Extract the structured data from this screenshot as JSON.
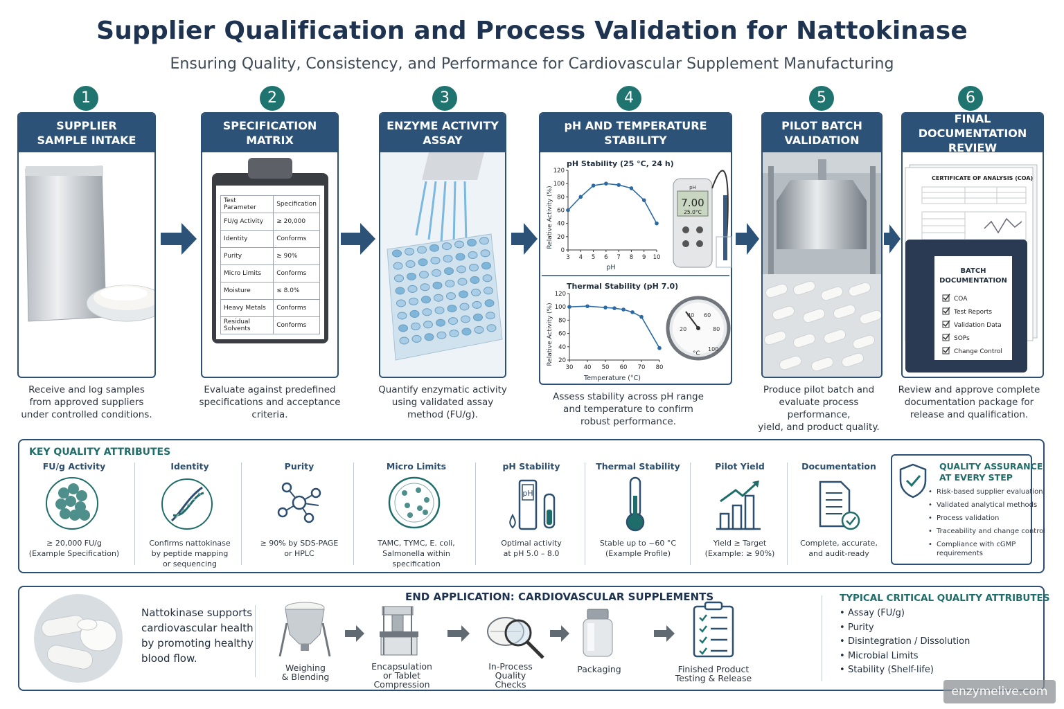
{
  "header": {
    "title": "Supplier Qualification and Process Validation for Nattokinase",
    "subtitle": "Ensuring Quality, Consistency, and Performance for Cardiovascular Supplement Manufacturing"
  },
  "steps": [
    {
      "num": "1",
      "title": "SUPPLIER\nSAMPLE INTAKE",
      "desc": "Receive and log samples\nfrom approved suppliers\nunder controlled conditions."
    },
    {
      "num": "2",
      "title": "SPECIFICATION\nMATRIX",
      "desc": "Evaluate against predefined\nspecifications and acceptance\ncriteria."
    },
    {
      "num": "3",
      "title": "ENZYME ACTIVITY\nASSAY",
      "desc": "Quantify enzymatic activity\nusing validated assay\nmethod (FU/g)."
    },
    {
      "num": "4",
      "title": "pH AND TEMPERATURE\nSTABILITY",
      "desc": "Assess stability across pH range\nand temperature to confirm\nrobust performance."
    },
    {
      "num": "5",
      "title": "PILOT BATCH\nVALIDATION",
      "desc": "Produce pilot batch and\nevaluate process performance,\nyield, and product quality."
    },
    {
      "num": "6",
      "title": "FINAL DOCUMENTATION\nREVIEW",
      "desc": "Review and approve complete\ndocumentation package for\nrelease and qualification."
    }
  ],
  "spec_table": {
    "headers": [
      "Test Parameter",
      "Specification"
    ],
    "rows": [
      [
        "FU/g Activity",
        "≥ 20,000"
      ],
      [
        "Identity",
        "Conforms"
      ],
      [
        "Purity",
        "≥ 90%"
      ],
      [
        "Micro Limits",
        "Conforms"
      ],
      [
        "Moisture",
        "≤ 8.0%"
      ],
      [
        "Heavy Metals",
        "Conforms"
      ],
      [
        "Residual Solvents",
        "Conforms"
      ]
    ]
  },
  "chart_data": [
    {
      "type": "line",
      "title": "pH Stability (25 °C, 24 h)",
      "xlabel": "pH",
      "ylabel": "Relative Activity (%)",
      "x": [
        3,
        4,
        5,
        6,
        7,
        8,
        9,
        10
      ],
      "series": [
        {
          "values": [
            60,
            80,
            97,
            100,
            98,
            93,
            75,
            40
          ]
        }
      ],
      "xlim": [
        3,
        10
      ],
      "ylim": [
        0,
        120
      ],
      "xticks": [
        "3",
        "4",
        "5",
        "6",
        "7",
        "8",
        "9",
        "10"
      ],
      "yticks": [
        "0",
        "20",
        "40",
        "60",
        "80",
        "100",
        "120"
      ]
    },
    {
      "type": "line",
      "title": "Thermal Stability (pH 7.0)",
      "xlabel": "Temperature (°C)",
      "ylabel": "Relative Activity (%)",
      "x": [
        30,
        40,
        50,
        60,
        70,
        80
      ],
      "series": [
        {
          "values": [
            100,
            101,
            99,
            96,
            85,
            38
          ]
        }
      ],
      "extra_points": [
        [
          55,
          98
        ],
        [
          65,
          92
        ]
      ],
      "xlim": [
        30,
        80
      ],
      "ylim": [
        20,
        120
      ],
      "xticks": [
        "30",
        "40",
        "50",
        "60",
        "70",
        "80"
      ],
      "yticks": [
        "20",
        "40",
        "60",
        "80",
        "100",
        "120"
      ]
    }
  ],
  "meter": {
    "label": "pH",
    "reading": "7.00",
    "temp": "25.0°C"
  },
  "gauge": {
    "ticks": [
      "20",
      "40",
      "60",
      "80",
      "100"
    ],
    "unit": "°C"
  },
  "coa": {
    "title": "CERTIFICATE OF ANALYSIS (COA)",
    "binder_title": "BATCH\nDOCUMENTATION",
    "checklist": [
      "COA",
      "Test Reports",
      "Validation Data",
      "SOPs",
      "Change Control"
    ]
  },
  "kqa": {
    "title": "KEY QUALITY ATTRIBUTES",
    "items": [
      {
        "name": "FU/g Activity",
        "desc": "≥ 20,000 FU/g\n(Example Specification)",
        "icon": "enzyme-molecule-icon"
      },
      {
        "name": "Identity",
        "desc": "Confirms nattokinase\nby peptide mapping\nor sequencing",
        "icon": "dna-icon"
      },
      {
        "name": "Purity",
        "desc": "≥ 90% by SDS-PAGE\nor HPLC",
        "icon": "molecule-network-icon"
      },
      {
        "name": "Micro Limits",
        "desc": "TAMC, TYMC, E. coli,\nSalmonella within\nspecification",
        "icon": "petri-dish-icon"
      },
      {
        "name": "pH Stability",
        "desc": "Optimal activity\nat pH 5.0 – 8.0",
        "icon": "ph-strip-icon"
      },
      {
        "name": "Thermal Stability",
        "desc": "Stable up to ~60 °C\n(Example Profile)",
        "icon": "thermometer-icon"
      },
      {
        "name": "Pilot Yield",
        "desc": "Yield ≥ Target\n(Example: ≥ 90%)",
        "icon": "growth-chart-icon"
      },
      {
        "name": "Documentation",
        "desc": "Complete, accurate,\nand audit-ready",
        "icon": "document-check-icon"
      }
    ]
  },
  "qa": {
    "title": "QUALITY ASSURANCE\nAT EVERY STEP",
    "items": [
      "Risk-based supplier evaluation",
      "Validated analytical methods",
      "Process validation",
      "Traceability and change control",
      "Compliance with cGMP\nrequirements"
    ]
  },
  "end_app": {
    "title": "END APPLICATION: CARDIOVASCULAR SUPPLEMENTS",
    "text": "Nattokinase supports\ncardiovascular health\nby promoting healthy\nblood flow.",
    "process": [
      {
        "label": "Weighing\n& Blending",
        "icon": "blender-vessel-icon"
      },
      {
        "label": "Encapsulation\nor Tablet\nCompression",
        "icon": "tablet-press-icon"
      },
      {
        "label": "In-Process\nQuality\nChecks",
        "icon": "magnifier-tablet-icon"
      },
      {
        "label": "Packaging",
        "icon": "bottle-icon"
      },
      {
        "label": "Finished Product\nTesting & Release",
        "icon": "clipboard-checklist-icon"
      }
    ],
    "tcqa_title": "TYPICAL CRITICAL QUALITY ATTRIBUTES",
    "tcqa": [
      "Assay (FU/g)",
      "Purity",
      "Disintegration / Dissolution",
      "Microbial Limits",
      "Stability (Shelf-life)"
    ]
  },
  "watermark": "enzymelive.com"
}
